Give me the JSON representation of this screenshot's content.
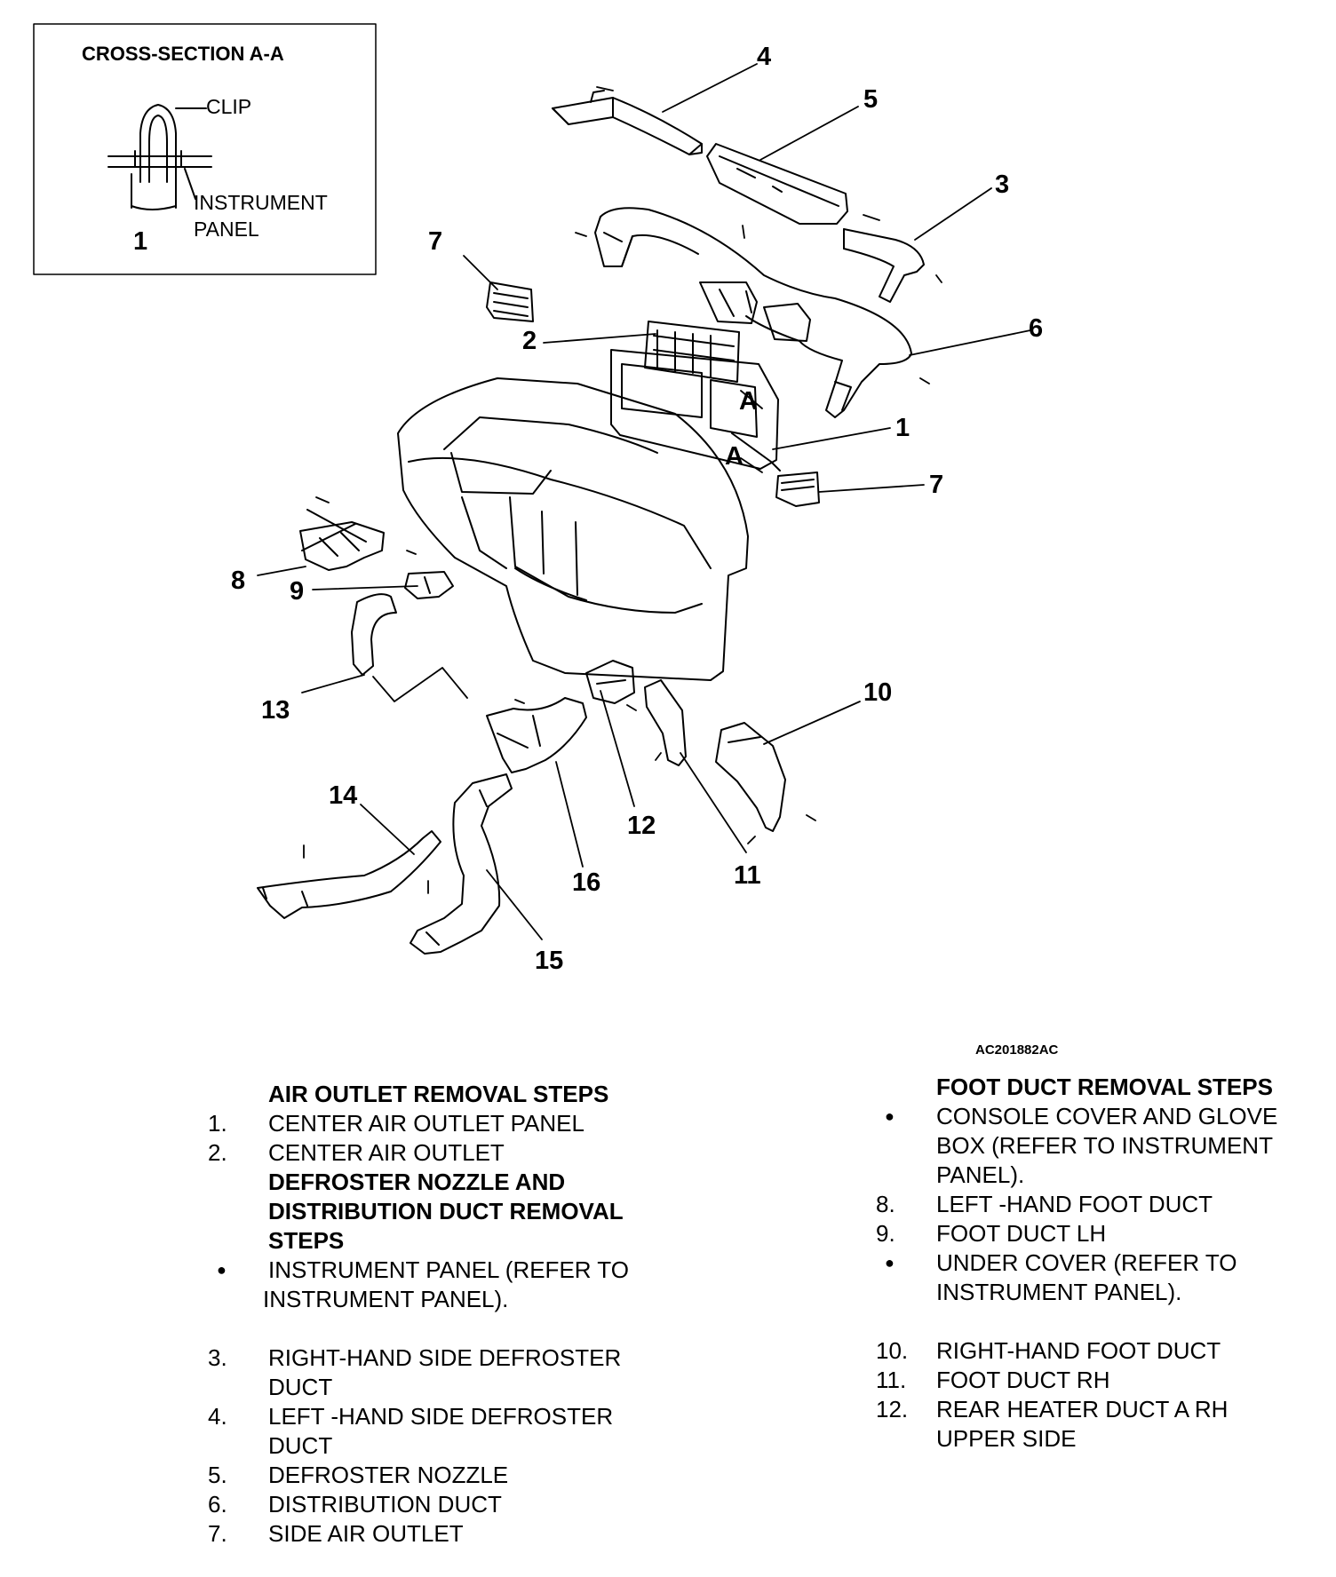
{
  "inset": {
    "title": "CROSS-SECTION A-A",
    "clip_label": "CLIP",
    "panel_label_1": "INSTRUMENT",
    "panel_label_2": "PANEL",
    "part_number": "1"
  },
  "callouts": {
    "c1": "1",
    "c1b": "1",
    "c2": "2",
    "c3": "3",
    "c4": "4",
    "c5": "5",
    "c6": "6",
    "c7a": "7",
    "c7b": "7",
    "c8": "8",
    "c9": "9",
    "c10": "10",
    "c11": "11",
    "c12": "12",
    "c13": "13",
    "c14": "14",
    "c15": "15",
    "c16": "16",
    "sectionA1": "A",
    "sectionA2": "A"
  },
  "figure_code": "AC201882AC",
  "air_outlet": {
    "heading": "AIR OUTLET REMOVAL STEPS",
    "items": [
      {
        "num": "1.",
        "text": "CENTER AIR OUTLET PANEL"
      },
      {
        "num": "2.",
        "text": "CENTER AIR OUTLET"
      }
    ]
  },
  "defroster": {
    "heading_1": "DEFROSTER NOZZLE AND",
    "heading_2": "DISTRIBUTION DUCT REMOVAL",
    "heading_3": "STEPS",
    "bullet_1": "INSTRUMENT PANEL (REFER TO",
    "bullet_2": "INSTRUMENT  PANEL).",
    "items": [
      {
        "num": "3.",
        "line1": "RIGHT-HAND SIDE DEFROSTER",
        "line2": "DUCT"
      },
      {
        "num": "4.",
        "line1": "LEFT -HAND SIDE DEFROSTER",
        "line2": "DUCT"
      },
      {
        "num": "5.",
        "line1": "DEFROSTER NOZZLE"
      },
      {
        "num": "6.",
        "line1": "DISTRIBUTION DUCT"
      },
      {
        "num": "7.",
        "line1": "SIDE AIR OUTLET"
      }
    ]
  },
  "foot_duct": {
    "heading": "FOOT DUCT REMOVAL STEPS",
    "bullet_a_1": "CONSOLE COVER AND GLOVE",
    "bullet_a_2": "BOX (REFER TO INSTRUMENT",
    "bullet_a_3": "PANEL).",
    "items_1": [
      {
        "num": "8.",
        "text": "LEFT -HAND FOOT DUCT"
      },
      {
        "num": "9.",
        "text": "FOOT DUCT LH"
      }
    ],
    "bullet_b_1": "UNDER COVER (REFER TO",
    "bullet_b_2": "INSTRUMENT  PANEL).",
    "items_2": [
      {
        "num": "10.",
        "line1": "RIGHT-HAND FOOT DUCT"
      },
      {
        "num": "11.",
        "line1": "FOOT DUCT RH"
      },
      {
        "num": "12.",
        "line1": "REAR HEATER DUCT A RH",
        "line2": "UPPER SIDE"
      }
    ]
  }
}
